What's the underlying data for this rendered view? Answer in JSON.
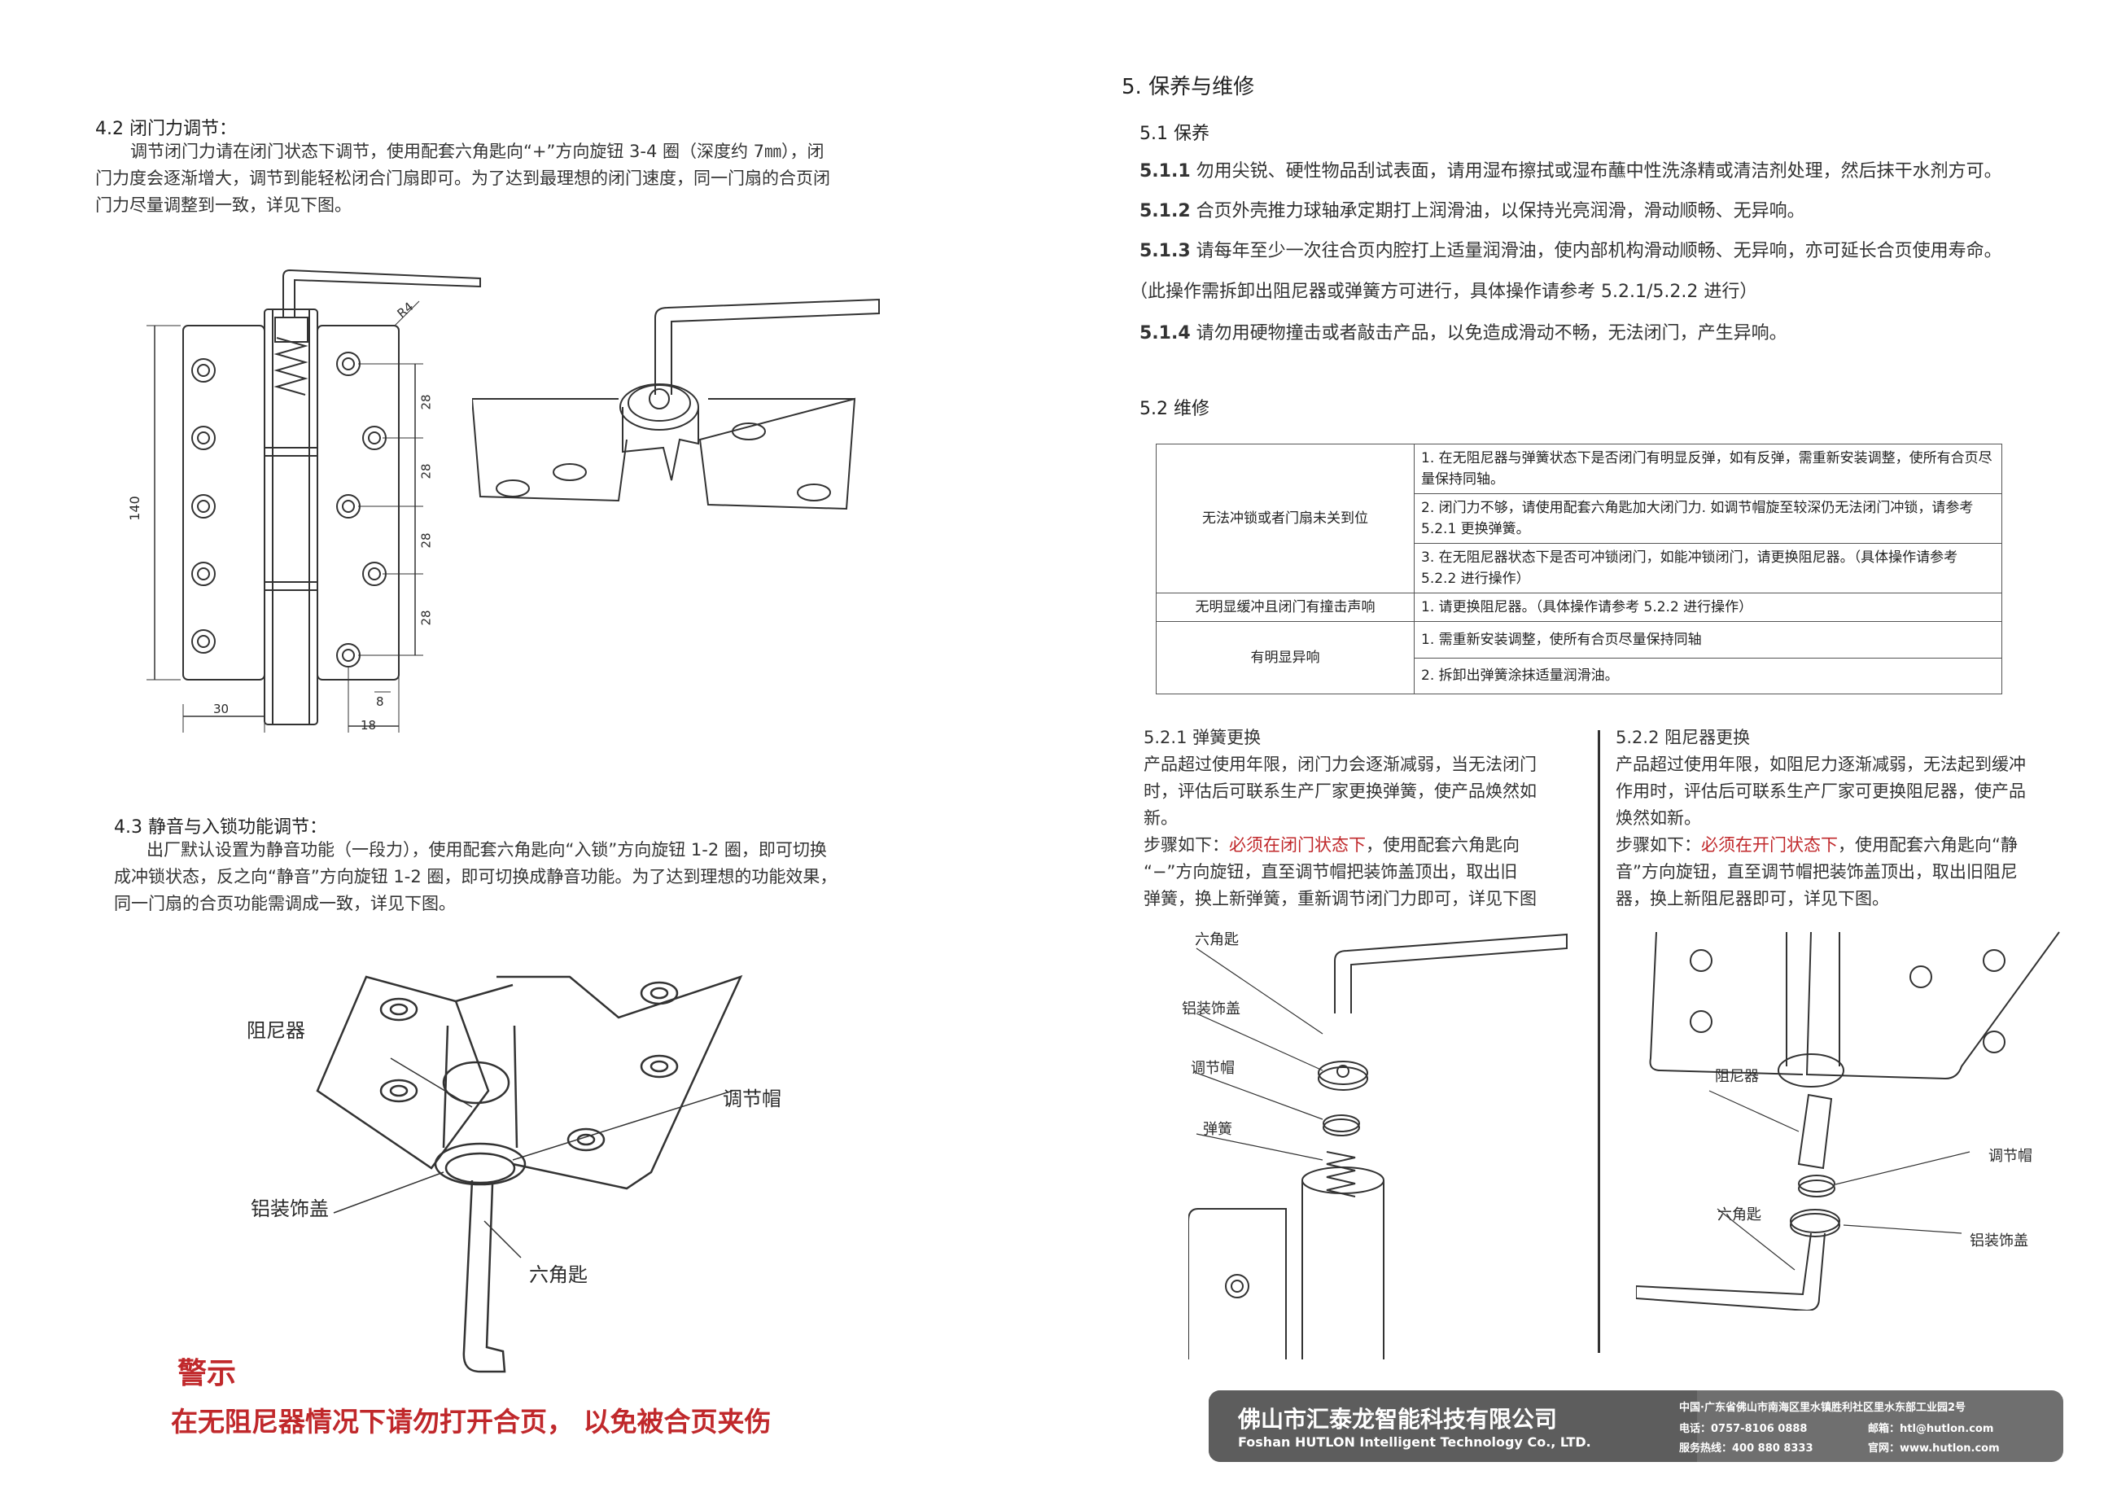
{
  "left": {
    "s42": {
      "heading": "4.2 闭门力调节：",
      "p1": "调节闭门力请在闭门状态下调节，使用配套六角匙向“+”方向旋钮 3-4 圈（深度约 7㎜），闭",
      "p2": "门力度会逐渐增大，调节到能轻松闭合门扇即可。为了达到最理想的闭门速度，同一门扇的合页闭",
      "p3": "门力尽量调整到一致，详见下图。"
    },
    "dims": {
      "r4": "R4",
      "d140": "140",
      "d28a": "28",
      "d28b": "28",
      "d28c": "28",
      "d28d": "28",
      "d30": "30",
      "d18": "18",
      "d8": "8"
    },
    "s43": {
      "heading": "4.3 静音与入锁功能调节：",
      "p1": "出厂默认设置为静音功能（一段力），使用配套六角匙向“入锁”方向旋钮 1-2 圈，即可切换",
      "p2": "成冲锁状态，反之向“静音”方向旋钮 1-2 圈，即可切换成静音功能。为了达到理想的功能效果，",
      "p3": "同一门扇的合页功能需调成一致，详见下图。"
    },
    "fig": {
      "damper": "阻尼器",
      "cap": "调节帽",
      "cover": "铝装饰盖",
      "key": "六角匙"
    },
    "warning": {
      "title": "警示",
      "text": "在无阻尼器情况下请勿打开合页，  以免被合页夹伤"
    }
  },
  "right": {
    "title": "5. 保养与维修",
    "s51": {
      "heading": "5.1 保养",
      "items": [
        {
          "num": "5.1.1",
          "text": "勿用尖锐、硬性物品刮试表面，请用湿布擦拭或湿布蘸中性洗涤精或清洁剂处理，然后抹干水剂方可。"
        },
        {
          "num": "5.1.2",
          "text": "合页外壳推力球轴承定期打上润滑油，以保持光亮润滑，滑动顺畅、无异响。"
        },
        {
          "num": "5.1.3",
          "text": "请每年至少一次往合页内腔打上适量润滑油，使内部机构滑动顺畅、无异响，亦可延长合页使用寿命。"
        }
      ],
      "note": "（此操作需拆卸出阻尼器或弹簧方可进行，具体操作请参考 5.2.1/5.2.2 进行）",
      "item4": {
        "num": "5.1.4",
        "text": "请勿用硬物撞击或者敲击产品，以免造成滑动不畅，无法闭门，产生异响。"
      }
    },
    "s52": {
      "heading": "5.2 维修",
      "table": {
        "g1": {
          "label": "无法冲锁或者门扇未关到位",
          "r1": "1. 在无阻尼器与弹簧状态下是否闭门有明显反弹，如有反弹，需重新安装调整，使所有合页尽量保持同轴。",
          "r2": "2. 闭门力不够，请使用配套六角匙加大闭门力. 如调节帽旋至较深仍无法闭门冲锁，请参考 5.2.1 更换弹簧。",
          "r3": "3. 在无阻尼器状态下是否可冲锁闭门，如能冲锁闭门，请更换阻尼器。（具体操作请参考 5.2.2 进行操作）"
        },
        "g2": {
          "label": "无明显缓冲且闭门有撞击声响",
          "r1": "1. 请更换阻尼器。（具体操作请参考 5.2.2 进行操作）"
        },
        "g3": {
          "label": "有明显异响",
          "r1": "1. 需重新安装调整，使所有合页尽量保持同轴",
          "r2": "2. 拆卸出弹簧涂抹适量润滑油。"
        }
      }
    },
    "s521": {
      "heading": "5.2.1 弹簧更换",
      "l1": "产品超过使用年限，闭门力会逐渐减弱，当无法闭门",
      "l2": "时，评估后可联系生产厂家更换弹簧，使产品焕然如",
      "l3": "新。",
      "step_pre": "步骤如下：",
      "step_red": "必须在闭门状态下",
      "step_post": "，使用配套六角匙向",
      "l5": "“−”方向旋钮，直至调节帽把装饰盖顶出，取出旧",
      "l6": "弹簧，换上新弹簧，重新调节闭门力即可，详见下图",
      "fig": {
        "key": "六角匙",
        "cover": "铝装饰盖",
        "cap": "调节帽",
        "spring": "弹簧"
      }
    },
    "s522": {
      "heading": "5.2.2 阻尼器更换",
      "l1": "产品超过使用年限，如阻尼力逐渐减弱，无法起到缓冲",
      "l2": "作用时，评估后可联系生产厂家可更换阻尼器，使产品",
      "l3": "焕然如新。",
      "step_pre": "步骤如下：",
      "step_red": "必须在开门状态下",
      "step_post": "，使用配套六角匙向“静",
      "l5": "音”方向旋钮，直至调节帽把装饰盖顶出，取出旧阻尼",
      "l6": "器，换上新阻尼器即可，详见下图。",
      "fig": {
        "damper": "阻尼器",
        "cap": "调节帽",
        "key": "六角匙",
        "cover": "铝装饰盖"
      }
    },
    "footer": {
      "company_cn": "佛山市汇泰龙智能科技有限公司",
      "company_en": "Foshan HUTLON Intelligent Technology Co., LTD.",
      "address": "中国·广东省佛山市南海区里水镇胜利社区里水东部工业园2号",
      "phone": "电话：0757-8106 0888",
      "email": "邮箱：htl@hutlon.com",
      "hotline": "服务热线：400 880 8333",
      "website": "官网：www.hutlon.com"
    }
  }
}
